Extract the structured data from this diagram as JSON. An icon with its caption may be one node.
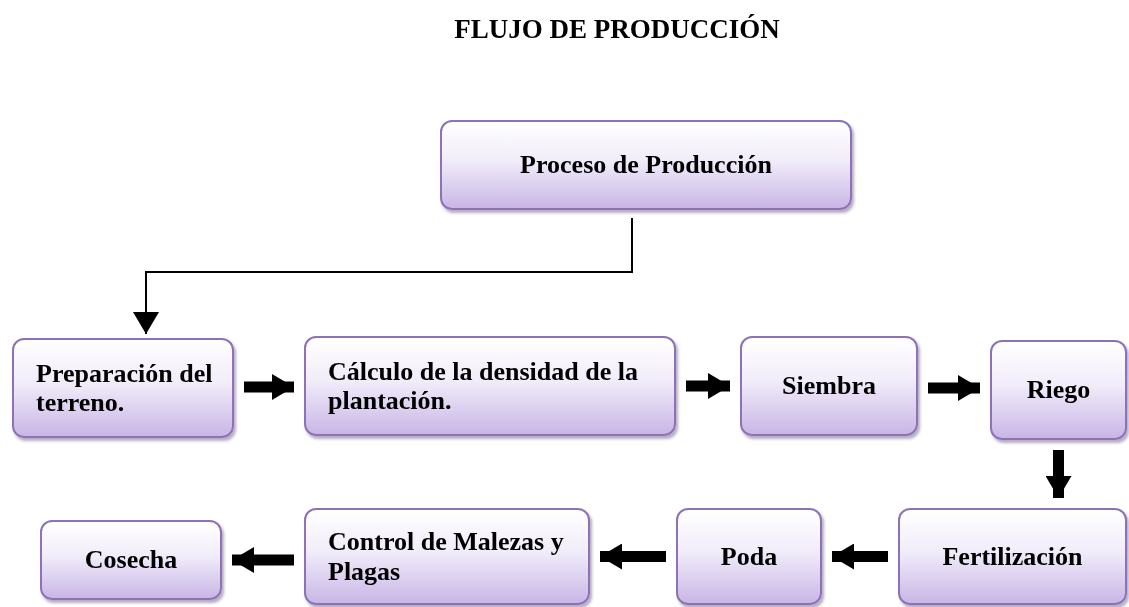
{
  "diagram": {
    "title": "FLUJO DE PRODUCCIÓN",
    "nodes": [
      {
        "text": [
          "Proceso de Producción"
        ]
      },
      {
        "text": [
          "Preparación del terreno."
        ]
      },
      {
        "text": [
          "Cálculo de la densidad de la plantación."
        ]
      },
      {
        "text": [
          "Siembra"
        ]
      },
      {
        "text": [
          "Riego"
        ]
      },
      {
        "text": [
          "Fertilización"
        ]
      },
      {
        "text": [
          "Poda"
        ]
      },
      {
        "text": [
          "Control de Malezas y Plagas"
        ]
      },
      {
        "text": [
          "Cosecha"
        ]
      }
    ],
    "edges": [
      {
        "from": 0,
        "to": 1,
        "arrow": "to"
      },
      {
        "from": 1,
        "to": 2,
        "arrow": "to"
      },
      {
        "from": 2,
        "to": 3,
        "arrow": "to"
      },
      {
        "from": 3,
        "to": 4,
        "arrow": "to"
      },
      {
        "from": 4,
        "to": 5,
        "arrow": "to"
      },
      {
        "from": 5,
        "to": 6,
        "arrow": "to"
      },
      {
        "from": 6,
        "to": 7,
        "arrow": "to"
      },
      {
        "from": 7,
        "to": 8,
        "arrow": "to"
      }
    ]
  }
}
